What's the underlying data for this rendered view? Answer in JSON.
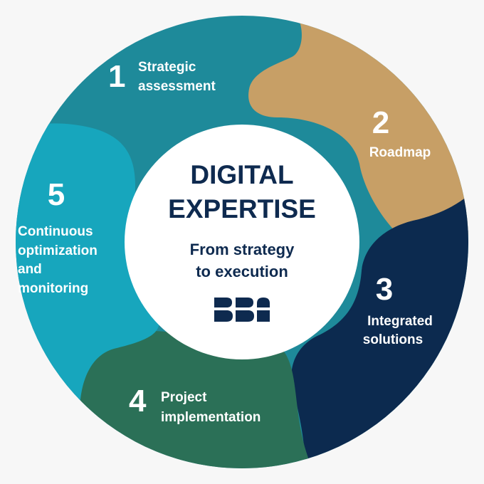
{
  "center": {
    "title_line1": "DIGITAL",
    "title_line2": "EXPERTISE",
    "subtitle_line1": "From strategy",
    "subtitle_line2": "to execution",
    "logo_name": "bba-logo"
  },
  "segments": [
    {
      "number": "1",
      "label_line1": "Strategic",
      "label_line2": "assessment",
      "color": "#1e8a9a"
    },
    {
      "number": "2",
      "label_line1": "Roadmap",
      "label_line2": "",
      "color": "#c79f66"
    },
    {
      "number": "3",
      "label_line1": "Integrated",
      "label_line2": "solutions",
      "color": "#0c2a4f"
    },
    {
      "number": "4",
      "label_line1": "Project",
      "label_line2": "implementation",
      "color": "#2b7057"
    },
    {
      "number": "5",
      "label_line1": "Continuous",
      "label_line2": "optimization",
      "label_line3": "and",
      "label_line4": "monitoring",
      "color": "#17a6bd"
    }
  ],
  "colors": {
    "background": "#f7f7f7",
    "center_fill": "#ffffff",
    "text_dark": "#0e2a4f",
    "text_light": "#ffffff"
  }
}
